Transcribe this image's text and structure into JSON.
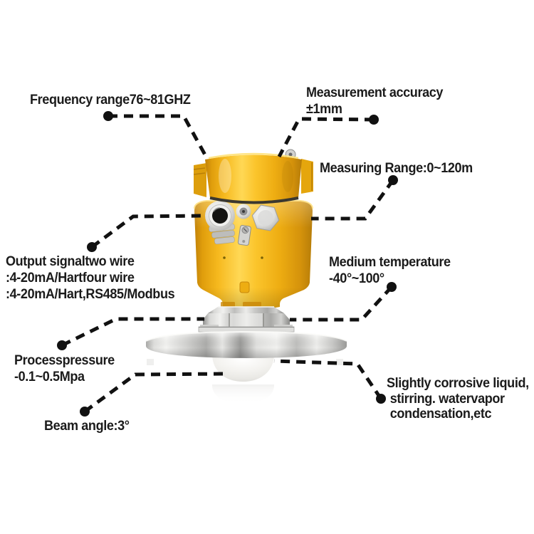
{
  "image_subject": "radar level transmitter product feature diagram",
  "colors": {
    "background": "#ffffff",
    "device_yellow": "#F6B31B",
    "device_yellow_dark": "#D4920B",
    "metal_gray": "#C9C9C7",
    "lens_white": "#F3F2EE",
    "text": "#1B1B1B",
    "callout_line": "#111111"
  },
  "callouts": {
    "frequency": {
      "l1": "Frequency range76~81GHZ"
    },
    "accuracy": {
      "l1": "Measurement accuracy",
      "l2": "±1mm"
    },
    "range": {
      "l1": "Measuring Range:0~120m"
    },
    "output": {
      "l1": "Output signaltwo wire",
      "l2": ":4-20mA/Hartfour wire",
      "l3": ":4-20mA/Hart,RS485/Modbus"
    },
    "medium": {
      "l1": "Medium temperature",
      "l2": "-40°~100°"
    },
    "pressure": {
      "l1": "Processpressure",
      "l2": "-0.1~0.5Mpa"
    },
    "beam": {
      "l1": "Beam angle:3°"
    },
    "corrosive": {
      "l1": "Slightly corrosive liquid,",
      "l2": "stirring. watervapor",
      "l3": "condensation,etc"
    }
  }
}
